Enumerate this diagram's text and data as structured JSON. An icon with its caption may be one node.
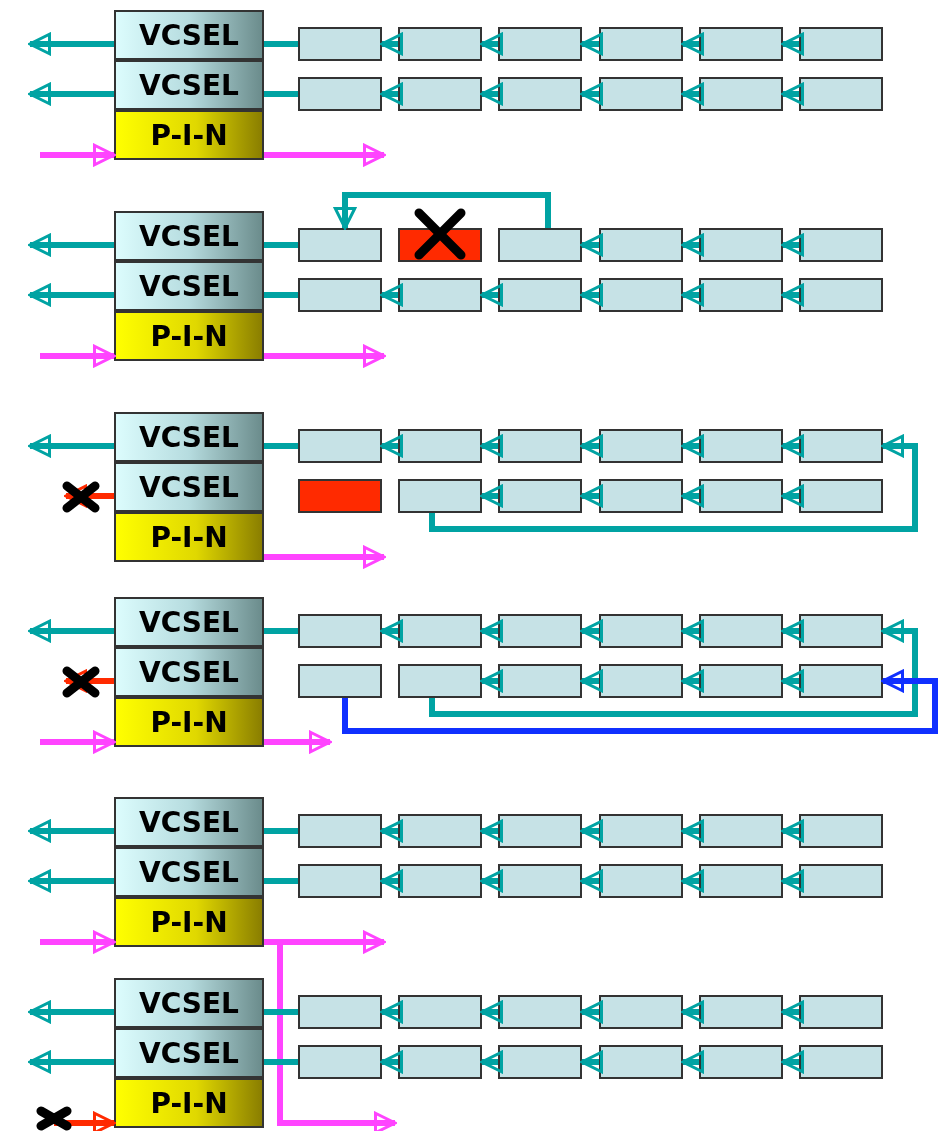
{
  "diagram": {
    "nodes": [
      {
        "text": [
          "VCSEL"
        ]
      },
      {
        "text": [
          "VCSEL"
        ]
      },
      {
        "text": [
          "P-I-N"
        ]
      },
      {
        "text": [],
        "shape": "box"
      },
      {
        "text": [],
        "shape": "box"
      },
      {
        "text": [],
        "shape": "box"
      },
      {
        "text": [],
        "shape": "box"
      },
      {
        "text": [],
        "shape": "box"
      },
      {
        "text": [],
        "shape": "box"
      },
      {
        "text": [],
        "shape": "box"
      },
      {
        "text": [],
        "shape": "box"
      },
      {
        "text": [],
        "shape": "box"
      },
      {
        "text": [],
        "shape": "box"
      },
      {
        "text": [],
        "shape": "box"
      },
      {
        "text": [],
        "shape": "box"
      },
      {
        "text": [
          "VCSEL"
        ]
      },
      {
        "text": [
          "VCSEL"
        ]
      },
      {
        "text": [
          "P-I-N"
        ]
      },
      {
        "text": [],
        "shape": "box"
      },
      {
        "text": [],
        "shape": "box"
      },
      {
        "text": [],
        "shape": "box"
      },
      {
        "text": [],
        "shape": "box"
      },
      {
        "text": [],
        "shape": "box"
      },
      {
        "text": [],
        "shape": "box"
      },
      {
        "text": [],
        "shape": "box"
      },
      {
        "text": [],
        "shape": "box"
      },
      {
        "text": [],
        "shape": "box"
      },
      {
        "text": [],
        "shape": "box"
      },
      {
        "text": [],
        "shape": "box"
      },
      {
        "text": [],
        "shape": "box"
      },
      {
        "text": [
          "VCSEL"
        ]
      },
      {
        "text": [
          "VCSEL"
        ]
      },
      {
        "text": [
          "P-I-N"
        ]
      },
      {
        "text": [],
        "shape": "box"
      },
      {
        "text": [],
        "shape": "box"
      },
      {
        "text": [],
        "shape": "box"
      },
      {
        "text": [],
        "shape": "box"
      },
      {
        "text": [],
        "shape": "box"
      },
      {
        "text": [],
        "shape": "box"
      },
      {
        "text": [],
        "shape": "box"
      },
      {
        "text": [],
        "shape": "box"
      },
      {
        "text": [],
        "shape": "box"
      },
      {
        "text": [],
        "shape": "box"
      },
      {
        "text": [],
        "shape": "box"
      },
      {
        "text": [],
        "shape": "box"
      },
      {
        "text": [
          "VCSEL"
        ]
      },
      {
        "text": [
          "VCSEL"
        ]
      },
      {
        "text": [
          "P-I-N"
        ]
      },
      {
        "text": [],
        "shape": "box"
      },
      {
        "text": [],
        "shape": "box"
      },
      {
        "text": [],
        "shape": "box"
      },
      {
        "text": [],
        "shape": "box"
      },
      {
        "text": [],
        "shape": "box"
      },
      {
        "text": [],
        "shape": "box"
      },
      {
        "text": [],
        "shape": "box"
      },
      {
        "text": [],
        "shape": "box"
      },
      {
        "text": [],
        "shape": "box"
      },
      {
        "text": [],
        "shape": "box"
      },
      {
        "text": [],
        "shape": "box"
      },
      {
        "text": [],
        "shape": "box"
      },
      {
        "text": [
          "VCSEL"
        ]
      },
      {
        "text": [
          "VCSEL"
        ]
      },
      {
        "text": [
          "P-I-N"
        ]
      },
      {
        "text": [],
        "shape": "box"
      },
      {
        "text": [],
        "shape": "box"
      },
      {
        "text": [],
        "shape": "box"
      },
      {
        "text": [],
        "shape": "box"
      },
      {
        "text": [],
        "shape": "box"
      },
      {
        "text": [],
        "shape": "box"
      },
      {
        "text": [],
        "shape": "box"
      },
      {
        "text": [],
        "shape": "box"
      },
      {
        "text": [],
        "shape": "box"
      },
      {
        "text": [],
        "shape": "box"
      },
      {
        "text": [],
        "shape": "box"
      },
      {
        "text": [],
        "shape": "box"
      },
      {
        "text": [
          "VCSEL"
        ]
      },
      {
        "text": [
          "VCSEL"
        ]
      },
      {
        "text": [
          "P-I-N"
        ]
      },
      {
        "text": [],
        "shape": "box"
      },
      {
        "text": [],
        "shape": "box"
      },
      {
        "text": [],
        "shape": "box"
      },
      {
        "text": [],
        "shape": "box"
      },
      {
        "text": [],
        "shape": "box"
      },
      {
        "text": [],
        "shape": "box"
      },
      {
        "text": [],
        "shape": "box"
      },
      {
        "text": [],
        "shape": "box"
      },
      {
        "text": [],
        "shape": "box"
      },
      {
        "text": [],
        "shape": "box"
      },
      {
        "text": [],
        "shape": "box"
      },
      {
        "text": [],
        "shape": "box"
      },
      {
        "text": [],
        "shape": "cross"
      },
      {
        "text": [],
        "shape": "cross"
      },
      {
        "text": [],
        "shape": "cross"
      }
    ],
    "edges": [
      {
        "from": 8,
        "to": 7,
        "arrow": "to"
      },
      {
        "from": 7,
        "to": 6,
        "arrow": "to"
      },
      {
        "from": 6,
        "to": 5,
        "arrow": "to"
      },
      {
        "from": 5,
        "to": 4,
        "arrow": "to"
      },
      {
        "from": 4,
        "to": 3,
        "arrow": "to"
      },
      {
        "from": 3,
        "to": 0,
        "arrow": "none"
      },
      {
        "from": 0,
        "to": null,
        "arrow": "to"
      },
      {
        "from": 14,
        "to": 13,
        "arrow": "to"
      },
      {
        "from": 13,
        "to": 12,
        "arrow": "to"
      },
      {
        "from": 12,
        "to": 11,
        "arrow": "to"
      },
      {
        "from": 11,
        "to": 10,
        "arrow": "to"
      },
      {
        "from": 10,
        "to": 9,
        "arrow": "to"
      },
      {
        "from": 9,
        "to": 1,
        "arrow": "none"
      },
      {
        "from": 1,
        "to": null,
        "arrow": "to"
      },
      {
        "from": null,
        "to": 2,
        "arrow": "to",
        "color": "#ff44ff"
      },
      {
        "from": 2,
        "to": null,
        "arrow": "to",
        "color": "#ff44ff"
      },
      {
        "from": 23,
        "to": 22,
        "arrow": "to"
      },
      {
        "from": 22,
        "to": 21,
        "arrow": "to"
      },
      {
        "from": 21,
        "to": 20,
        "arrow": "to"
      },
      {
        "from": 20,
        "to": 18,
        "arrow": "to"
      },
      {
        "from": 18,
        "to": 15,
        "arrow": "none"
      },
      {
        "from": 15,
        "to": null,
        "arrow": "to"
      },
      {
        "from": 29,
        "to": 28,
        "arrow": "to"
      },
      {
        "from": 28,
        "to": 27,
        "arrow": "to"
      },
      {
        "from": 27,
        "to": 26,
        "arrow": "to"
      },
      {
        "from": 26,
        "to": 25,
        "arrow": "to"
      },
      {
        "from": 25,
        "to": 24,
        "arrow": "to"
      },
      {
        "from": 24,
        "to": 16,
        "arrow": "none"
      },
      {
        "from": 16,
        "to": null,
        "arrow": "to"
      },
      {
        "from": null,
        "to": 17,
        "arrow": "to",
        "color": "#ff44ff"
      },
      {
        "from": 17,
        "to": null,
        "arrow": "to",
        "color": "#ff44ff"
      },
      {
        "from": 38,
        "to": 37,
        "arrow": "to"
      },
      {
        "from": 37,
        "to": 36,
        "arrow": "to"
      },
      {
        "from": 36,
        "to": 35,
        "arrow": "to"
      },
      {
        "from": 35,
        "to": 34,
        "arrow": "to"
      },
      {
        "from": 34,
        "to": 33,
        "arrow": "to"
      },
      {
        "from": 33,
        "to": 30,
        "arrow": "none"
      },
      {
        "from": 30,
        "to": null,
        "arrow": "to"
      },
      {
        "from": 44,
        "to": 43,
        "arrow": "to"
      },
      {
        "from": 43,
        "to": 42,
        "arrow": "to"
      },
      {
        "from": 42,
        "to": 41,
        "arrow": "to"
      },
      {
        "from": 41,
        "to": 40,
        "arrow": "to"
      },
      {
        "from": 40,
        "to": 38,
        "arrow": "to"
      },
      {
        "from": 31,
        "to": 90,
        "arrow": "to",
        "color": "#ff2a00"
      },
      {
        "from": 32,
        "to": null,
        "arrow": "to",
        "color": "#ff44ff"
      },
      {
        "from": 53,
        "to": 52,
        "arrow": "to"
      },
      {
        "from": 52,
        "to": 51,
        "arrow": "to"
      },
      {
        "from": 51,
        "to": 50,
        "arrow": "to"
      },
      {
        "from": 50,
        "to": 49,
        "arrow": "to"
      },
      {
        "from": 49,
        "to": 48,
        "arrow": "to"
      },
      {
        "from": 48,
        "to": 45,
        "arrow": "none"
      },
      {
        "from": 45,
        "to": null,
        "arrow": "to"
      },
      {
        "from": 59,
        "to": 58,
        "arrow": "to"
      },
      {
        "from": 58,
        "to": 57,
        "arrow": "to"
      },
      {
        "from": 57,
        "to": 56,
        "arrow": "to"
      },
      {
        "from": 56,
        "to": 55,
        "arrow": "to"
      },
      {
        "from": 55,
        "to": 53,
        "arrow": "to"
      },
      {
        "from": 54,
        "to": 59,
        "arrow": "to",
        "color": "#1030ff"
      },
      {
        "from": 46,
        "to": 91,
        "arrow": "to",
        "color": "#ff2a00"
      },
      {
        "from": null,
        "to": 47,
        "arrow": "to",
        "color": "#ff44ff"
      },
      {
        "from": 47,
        "to": null,
        "arrow": "to",
        "color": "#ff44ff"
      },
      {
        "from": 68,
        "to": 67,
        "arrow": "to"
      },
      {
        "from": 67,
        "to": 66,
        "arrow": "to"
      },
      {
        "from": 66,
        "to": 65,
        "arrow": "to"
      },
      {
        "from": 65,
        "to": 64,
        "arrow": "to"
      },
      {
        "from": 64,
        "to": 63,
        "arrow": "to"
      },
      {
        "from": 63,
        "to": 60,
        "arrow": "none"
      },
      {
        "from": 60,
        "to": null,
        "arrow": "to"
      },
      {
        "from": 74,
        "to": 73,
        "arrow": "to"
      },
      {
        "from": 73,
        "to": 72,
        "arrow": "to"
      },
      {
        "from": 72,
        "to": 71,
        "arrow": "to"
      },
      {
        "from": 71,
        "to": 70,
        "arrow": "to"
      },
      {
        "from": 70,
        "to": 69,
        "arrow": "to"
      },
      {
        "from": 69,
        "to": 61,
        "arrow": "none"
      },
      {
        "from": 61,
        "to": null,
        "arrow": "to"
      },
      {
        "from": null,
        "to": 62,
        "arrow": "to",
        "color": "#ff44ff"
      },
      {
        "from": 62,
        "to": null,
        "arrow": "to",
        "color": "#ff44ff"
      },
      {
        "from": 62,
        "to": null,
        "arrow": "to",
        "color": "#ff44ff"
      },
      {
        "from": 83,
        "to": 82,
        "arrow": "to"
      },
      {
        "from": 82,
        "to": 81,
        "arrow": "to"
      },
      {
        "from": 81,
        "to": 80,
        "arrow": "to"
      },
      {
        "from": 80,
        "to": 79,
        "arrow": "to"
      },
      {
        "from": 79,
        "to": 78,
        "arrow": "to"
      },
      {
        "from": 78,
        "to": 75,
        "arrow": "none"
      },
      {
        "from": 75,
        "to": null,
        "arrow": "to"
      },
      {
        "from": 89,
        "to": 88,
        "arrow": "to"
      },
      {
        "from": 88,
        "to": 87,
        "arrow": "to"
      },
      {
        "from": 87,
        "to": 86,
        "arrow": "to"
      },
      {
        "from": 86,
        "to": 85,
        "arrow": "to"
      },
      {
        "from": 85,
        "to": 84,
        "arrow": "to"
      },
      {
        "from": 84,
        "to": 76,
        "arrow": "none"
      },
      {
        "from": 76,
        "to": null,
        "arrow": "to"
      },
      {
        "from": 92,
        "to": 77,
        "arrow": "to",
        "color": "#ff2a00"
      }
    ]
  }
}
